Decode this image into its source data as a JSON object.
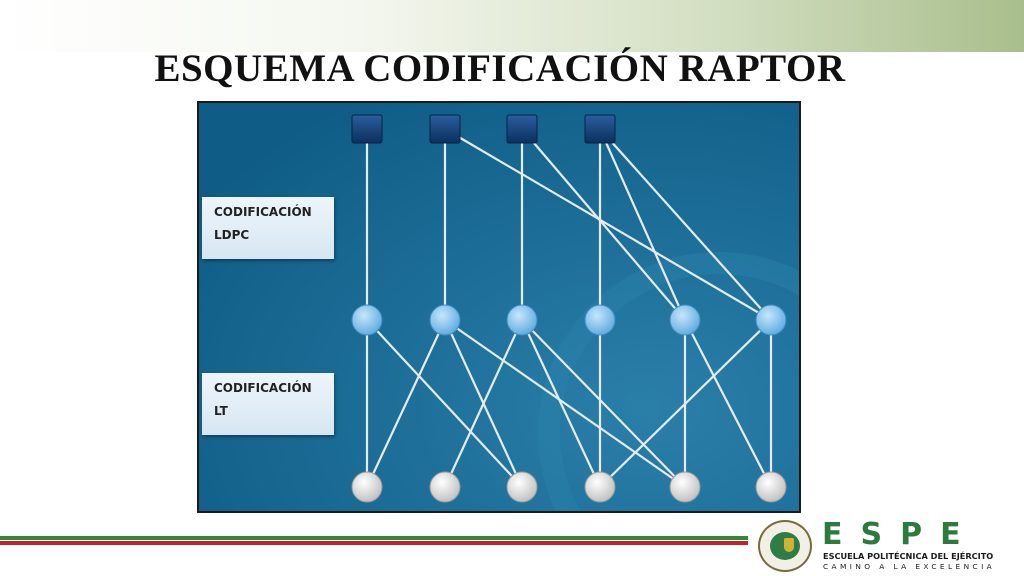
{
  "slide": {
    "title": "ESQUEMA CODIFICACIÓN RAPTOR"
  },
  "diagram": {
    "stage_labels": [
      {
        "line1": "CODIFICACIÓN",
        "line2": "LDPC"
      },
      {
        "line1": "CODIFICACIÓN",
        "line2": "LT"
      }
    ],
    "source_symbols": 4,
    "intermediate_symbols": 6,
    "encoded_symbols": 6,
    "ldpc_edges": [
      [
        0,
        0
      ],
      [
        1,
        1
      ],
      [
        1,
        5
      ],
      [
        2,
        2
      ],
      [
        2,
        4
      ],
      [
        3,
        3
      ],
      [
        3,
        4
      ],
      [
        3,
        5
      ]
    ],
    "lt_edges": [
      [
        0,
        0
      ],
      [
        0,
        2
      ],
      [
        1,
        0
      ],
      [
        1,
        2
      ],
      [
        1,
        4
      ],
      [
        2,
        1
      ],
      [
        2,
        3
      ],
      [
        2,
        4
      ],
      [
        3,
        3
      ],
      [
        4,
        4
      ],
      [
        4,
        5
      ],
      [
        5,
        3
      ],
      [
        5,
        5
      ]
    ],
    "colors": {
      "panel_background": "#13658f",
      "source_node": "#16417a",
      "intermediate_node": "#82c4f2",
      "encoded_node": "#eaeaea",
      "edge": "#e6ebf0"
    }
  },
  "footer": {
    "brand": "ESPE",
    "institution": "ESCUELA POLITÉCNICA DEL EJÉRCITO",
    "motto": "CAMINO A LA EXCELENCIA"
  }
}
